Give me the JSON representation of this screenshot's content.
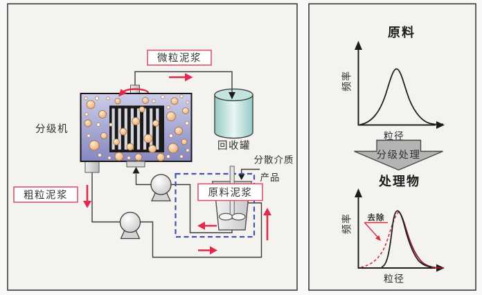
{
  "meta": {
    "description": "Process diagram of a wet classifier system with recirculation loop (left) and two qualitative particle-size distribution charts before/after classification (right)"
  },
  "colors": {
    "accent_red_arrows": "#e2294a",
    "label_box_border": "#d9546e",
    "dashed_loop_blue": "#4053a6",
    "classifier_top": "#cbcce8",
    "classifier_bottom": "#898bc1",
    "particle_orange": "#efad6e",
    "recovery_tank_teal": "#9ccfc9",
    "process_arrow_gray": "#b4b4b4",
    "treated_curve_dark_red": "#9e1b2e",
    "removed_curve_red": "#d8293d",
    "panel_background": "#f4f3f0"
  },
  "left": {
    "classifier_label": "分级机",
    "fine_slurry_label": "微粒泥浆",
    "coarse_slurry_label": "粗粒泥浆",
    "recovery_tank_label": "回收罐",
    "dispersion_medium_label": "分散介质",
    "product_label": "产品",
    "raw_slurry_label": "原料泥浆"
  },
  "right": {
    "raw_title": "原料",
    "processed_title": "处理物",
    "process_arrow_label": "分级处理",
    "freq_label": "频率",
    "size_label": "粒径",
    "removed_label": "去除"
  },
  "chart_data": [
    {
      "type": "line",
      "title": "原料",
      "xlabel": "粒径",
      "ylabel": "频率",
      "axes_numeric": false,
      "grid": false,
      "series": [
        {
          "name": "原料粒径分布",
          "style": "solid black bell curve",
          "x_norm": [
            0,
            0.1,
            0.2,
            0.3,
            0.38,
            0.44,
            0.5,
            0.6,
            0.7,
            0.8,
            0.9,
            1.0
          ],
          "y_norm": [
            0,
            0.03,
            0.1,
            0.35,
            0.8,
            1.0,
            0.8,
            0.38,
            0.14,
            0.05,
            0.02,
            0.01
          ]
        }
      ]
    },
    {
      "type": "line",
      "title": "处理物",
      "xlabel": "粒径",
      "ylabel": "频率",
      "axes_numeric": false,
      "grid": false,
      "annotation": {
        "text": "去除",
        "meaning": "removed fine fraction, points at dashed curve"
      },
      "series": [
        {
          "name": "去除部分(原分布细端)",
          "style": "dashed red",
          "x_norm": [
            0.03,
            0.15,
            0.25,
            0.33,
            0.4,
            0.44,
            0.47
          ],
          "y_norm": [
            0,
            0.04,
            0.15,
            0.42,
            0.75,
            0.93,
            1.0
          ]
        },
        {
          "name": "处理物分布(陡峭细端截断)",
          "style": "solid black",
          "x_norm": [
            0.28,
            0.35,
            0.39,
            0.45,
            0.52,
            0.6,
            0.7,
            0.83
          ],
          "y_norm": [
            0,
            0.08,
            0.6,
            1.0,
            0.75,
            0.35,
            0.1,
            0.02
          ]
        },
        {
          "name": "粗端尾部",
          "style": "solid dark red",
          "x_norm": [
            0.45,
            0.55,
            0.65,
            0.78,
            0.9,
            1.0
          ],
          "y_norm": [
            1.0,
            0.55,
            0.2,
            0.06,
            0.02,
            0.01
          ]
        }
      ]
    }
  ]
}
